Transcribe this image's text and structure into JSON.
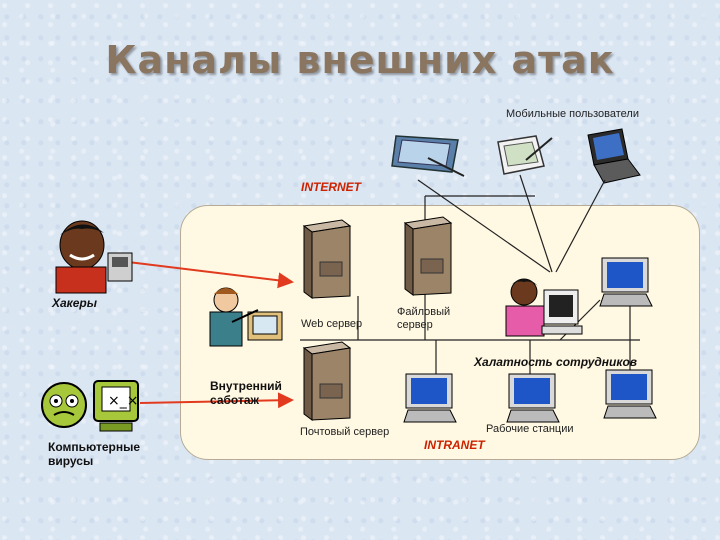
{
  "title": "Каналы внешних атак",
  "labels": {
    "mobile_users": "Мобильные пользователи",
    "internet": "INTERNET",
    "hackers": "Хакеры",
    "web_server": "Web сервер",
    "file_server_line1": "Файловый",
    "file_server_line2": "сервер",
    "negligence": "Халатность сотрудников",
    "insider_line1": "Внутренний",
    "insider_line2": "саботаж",
    "viruses_line1": "Компьютерные",
    "viruses_line2": "вирусы",
    "mail_server": "Почтовый сервер",
    "workstations": "Рабочие станции",
    "intranet": "INTRANET"
  },
  "colors": {
    "title": "#8a7560",
    "panel": "#fff8e2",
    "attack_arrow": "#e23a1e",
    "network_line": "#222222"
  },
  "icons": [
    "tablet-icon",
    "pda-icon",
    "laptop-icon",
    "hacker-icon",
    "virus-icon",
    "computer-icon",
    "server-icon",
    "workstation-icon",
    "worker-icon",
    "saboteur-icon"
  ]
}
